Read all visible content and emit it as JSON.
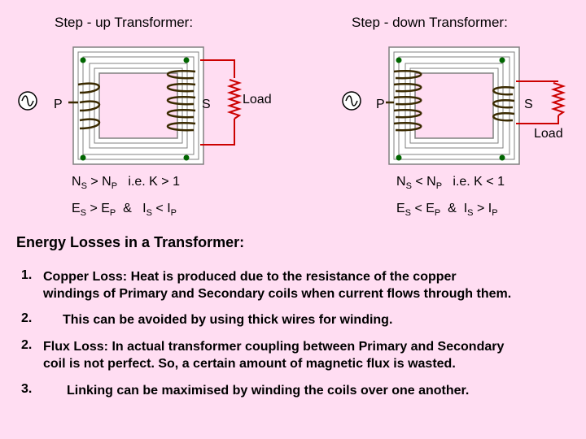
{
  "step_up": {
    "title": "Step - up Transformer:",
    "primary_label": "P",
    "secondary_label": "S",
    "load_label": "Load",
    "formula_1": {
      "n_s": "N",
      "s_sub": "S",
      "op": " > N",
      "p_sub": "P",
      "rest": "   i.e. K > 1"
    },
    "formula_2": {
      "e": "E",
      "e_sub": "S",
      "mid": " > E",
      "p_sub": "P",
      "amp": "  &   I",
      "i_sub": "S",
      "lt": " < I",
      "ip_sub": "P"
    }
  },
  "step_down": {
    "title": "Step - down Transformer:",
    "primary_label": "P",
    "secondary_label": "S",
    "load_label": "Load",
    "formula_1": {
      "n_s": "N",
      "s_sub": "S",
      "op": " < N",
      "p_sub": "P",
      "rest": "   i.e. K < 1"
    },
    "formula_2": {
      "e": "E",
      "e_sub": "S",
      "mid": " < E",
      "p_sub": "P",
      "amp": "  &  I",
      "i_sub": "S",
      "lt": " > I",
      "ip_sub": "P"
    }
  },
  "losses": {
    "heading": "Energy Losses in a Transformer:",
    "items": [
      {
        "num": "1.",
        "line1": "Copper Loss:  Heat is produced due to the resistance of the copper",
        "line2": "windings of Primary and Secondary coils when current flows through them."
      },
      {
        "num": "2.",
        "line1": "This can be avoided by using thick wires for winding."
      },
      {
        "num": "2.",
        "line1": "Flux Loss:  In actual transformer coupling between Primary and Secondary",
        "line2": "coil is not perfect. So, a certain amount of magnetic flux is wasted."
      },
      {
        "num": "3.",
        "line1": "Linking can be maximised by winding the coils over one another."
      }
    ]
  },
  "colors": {
    "background": "#FFDDF2",
    "core": "#FFFFFF",
    "core_edge": "#808080",
    "coil": "#3A2A00",
    "resistor": "#CC0000",
    "dot": "#006600"
  }
}
